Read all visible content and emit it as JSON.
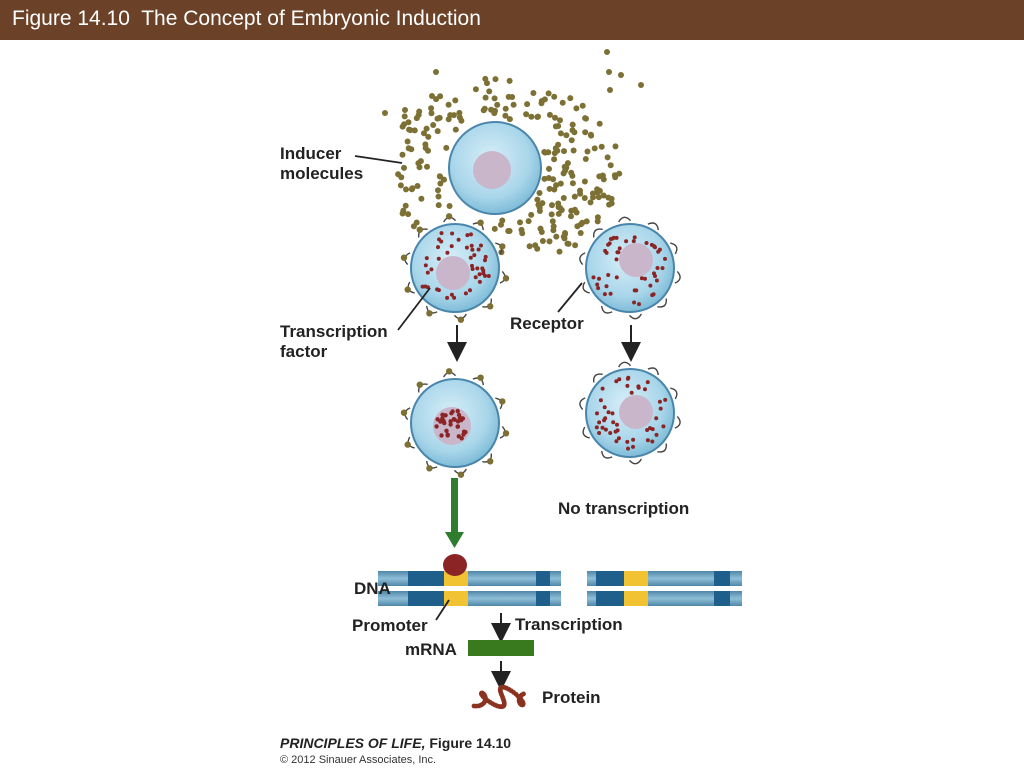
{
  "header": {
    "title": "Figure 14.10  The Concept of Embryonic Induction"
  },
  "labels": {
    "inducer": [
      "Inducer",
      "molecules"
    ],
    "transcription_factor": [
      "Transcription",
      "factor"
    ],
    "receptor": "Receptor",
    "no_transcription": "No transcription",
    "dna": "DNA",
    "promoter": "Promoter",
    "transcription": "Transcription",
    "mrna": "mRNA",
    "protein": "Protein"
  },
  "credit": {
    "book": "PRINCIPLES OF LIFE,",
    "figure": " Figure 14.10",
    "copyright": "© 2012 Sinauer Associates, Inc."
  },
  "colors": {
    "header_bg": "#6b4227",
    "cell_fill": "#a9d6ea",
    "cell_stroke": "#4a86ab",
    "nucleus": "#c9b6cb",
    "inducer_dot": "#7c7034",
    "transcription_factor_dot": "#8b2525",
    "dna_band": "#6a9fbe",
    "dna_dark": "#1f5f8c",
    "promoter": "#f1c232",
    "mrna": "#3a7a1f",
    "arrow_green": "#2e7d2e",
    "protein": "#8b3320"
  }
}
